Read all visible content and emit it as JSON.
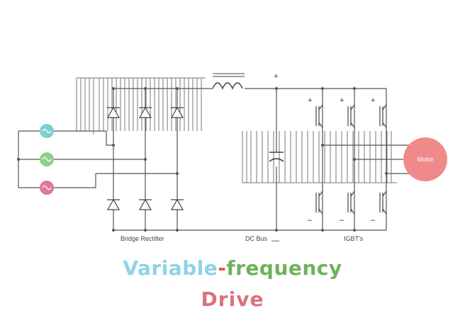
{
  "labels": {
    "bridge_rectifier": "Bridge Rectifier",
    "dc_bus": "DC Bus",
    "igbts": "IGBT's",
    "motor": "Motor",
    "plus": "+",
    "minus": "–",
    "dc_minus": "—"
  },
  "title": {
    "part1": "Variable",
    "dash": "-",
    "part2": "frequency",
    "line2": "Drive"
  },
  "colors": {
    "phase1": "#7ecfcf",
    "phase2": "#8fd08a",
    "phase3": "#e0789a",
    "motor": "#f0898a",
    "title_variable": "#8fd3e6",
    "title_dash": "#e05a4c",
    "title_frequency": "#6db35a",
    "title_drive": "#d9737b",
    "wire": "#555555",
    "waveform": "#777777"
  },
  "icons": {
    "source": "ac-source-icon",
    "diode": "diode-icon",
    "inductor": "inductor-icon",
    "capacitor": "capacitor-icon",
    "igbt": "igbt-icon"
  }
}
